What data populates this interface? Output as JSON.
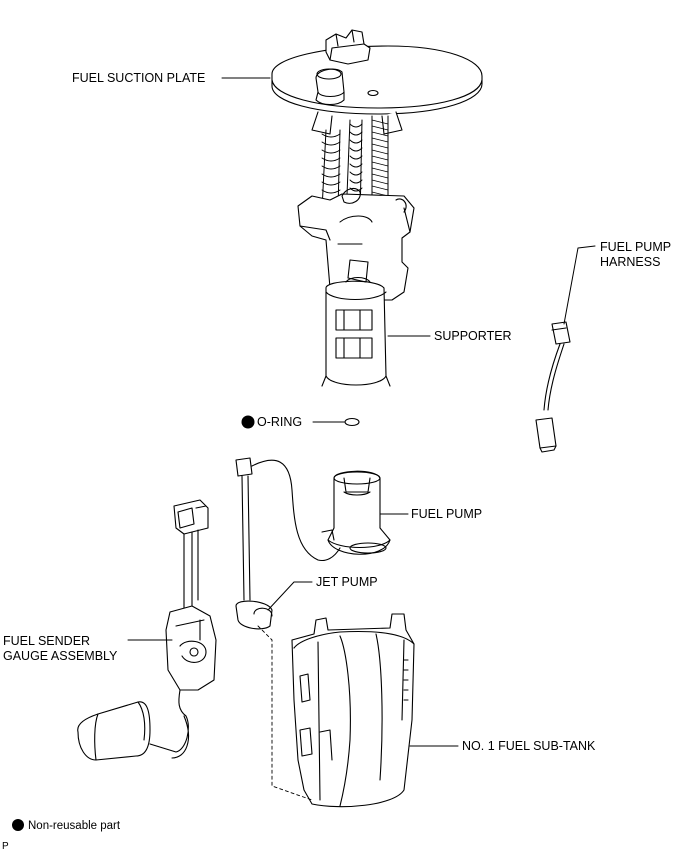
{
  "labels": {
    "fuel_suction_plate": "FUEL SUCTION PLATE",
    "fuel_pump_harness_line1": "FUEL PUMP",
    "fuel_pump_harness_line2": "HARNESS",
    "supporter": "SUPPORTER",
    "o_ring": "O-RING",
    "fuel_pump": "FUEL PUMP",
    "jet_pump": "JET PUMP",
    "fuel_sender_line1": "FUEL SENDER",
    "fuel_sender_line2": "GAUGE ASSEMBLY",
    "sub_tank": "NO. 1 FUEL SUB-TANK"
  },
  "legend": {
    "text": "Non-reusable part"
  },
  "corner_mark": "P"
}
